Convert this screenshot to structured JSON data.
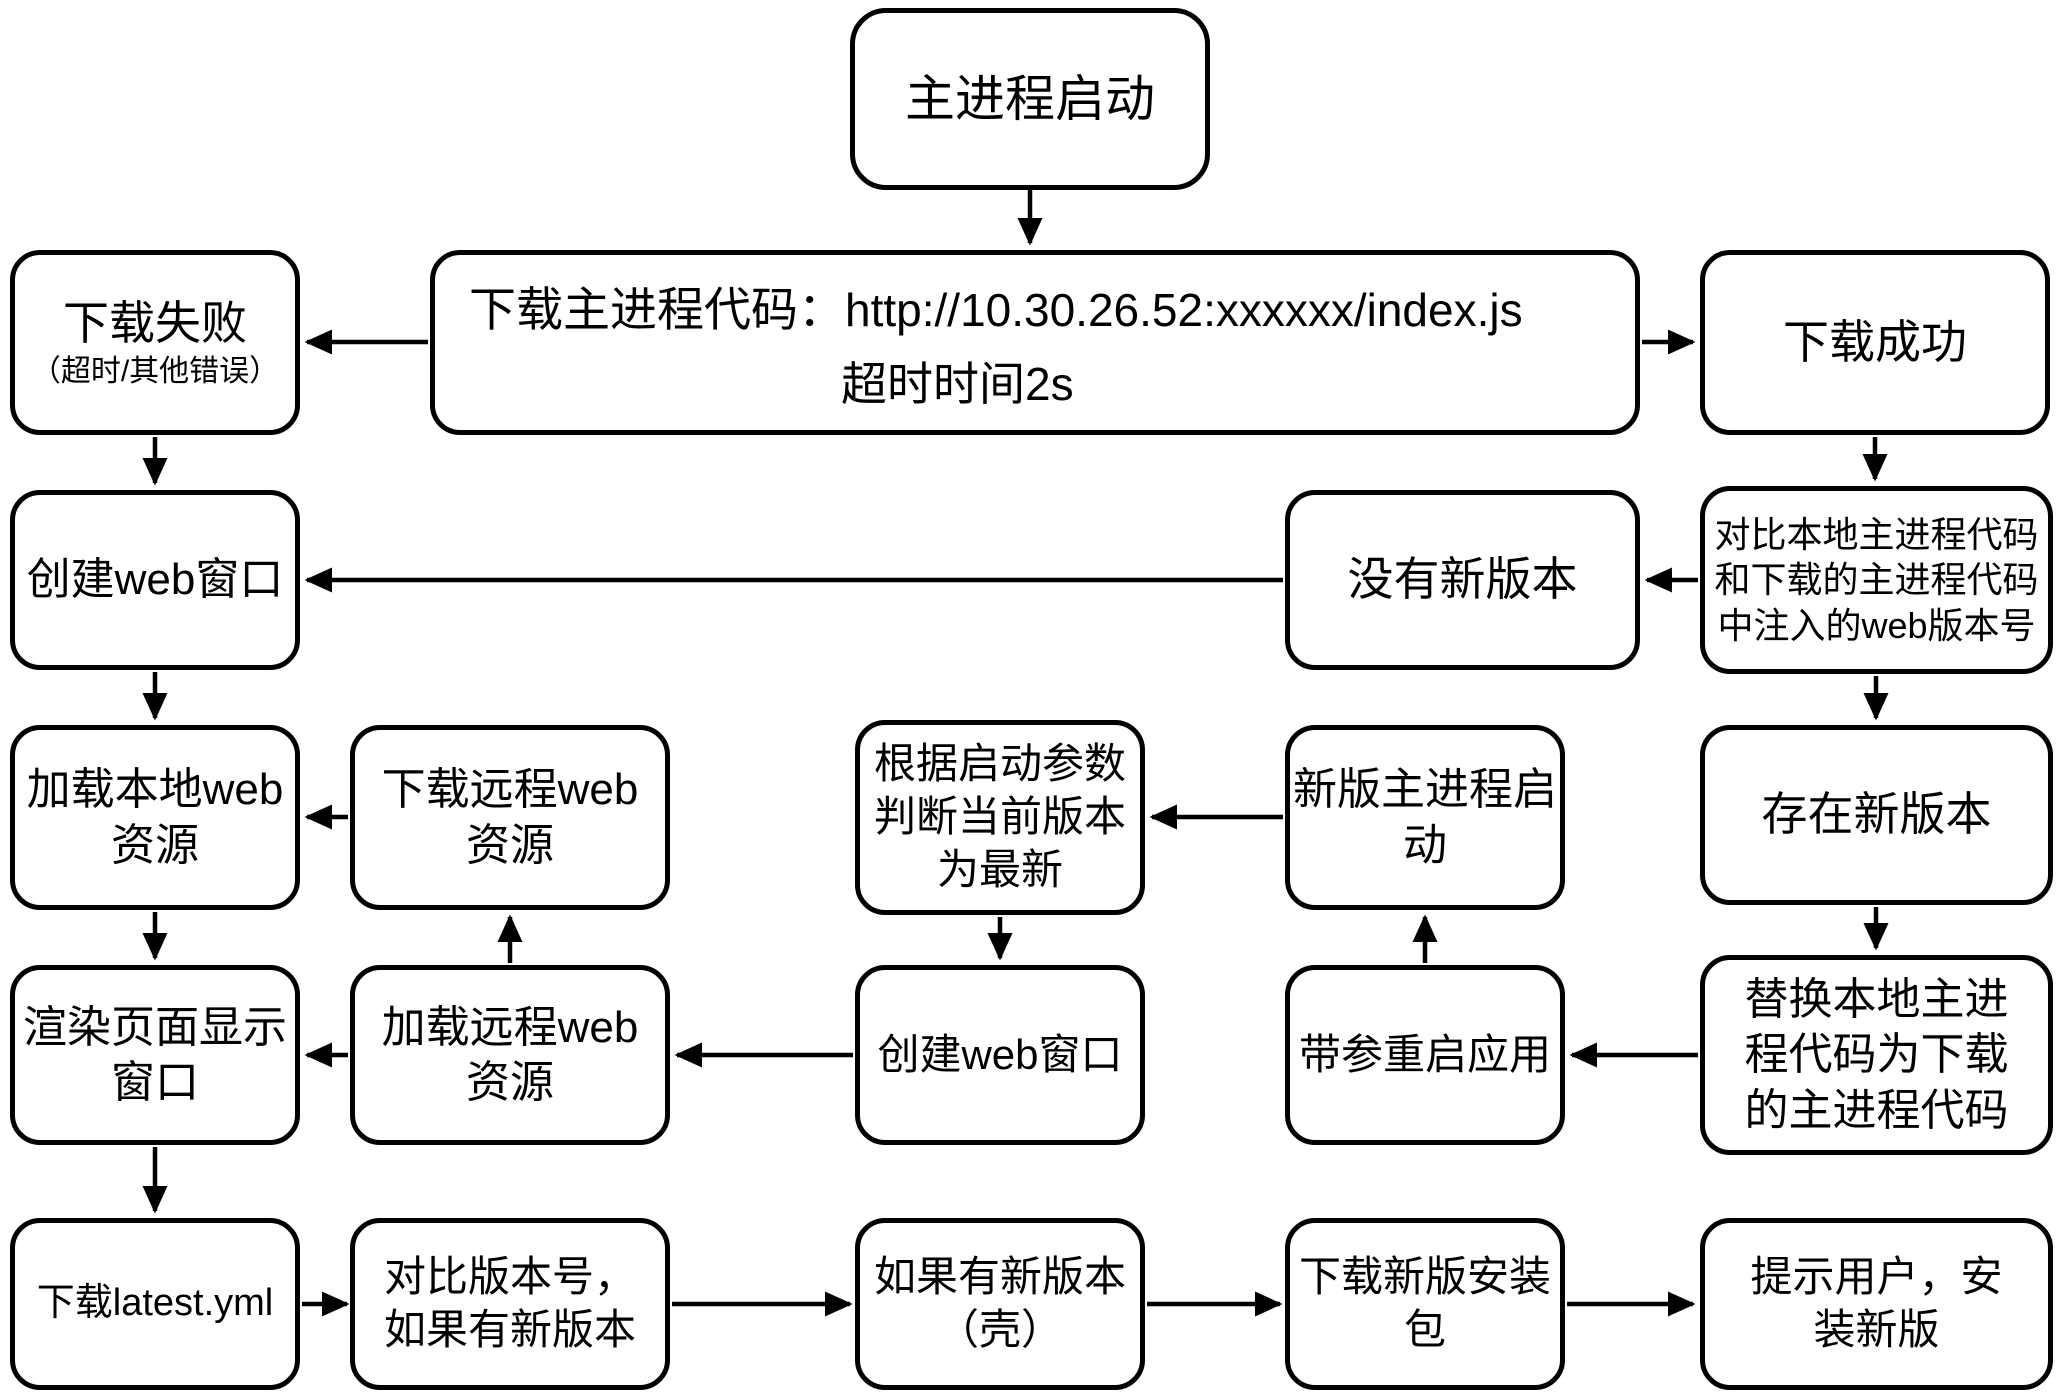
{
  "diagram": {
    "type": "flowchart",
    "background": "#ffffff",
    "stroke_color": "#000000",
    "box_fill": "#ffffff"
  },
  "nodes": {
    "main_start": {
      "text": "主进程启动"
    },
    "download_failed": {
      "line1": "下载失败",
      "line2": "（超时/其他错误）"
    },
    "download_code": {
      "label": "下载主进程代码：",
      "url": "http://10.30.26.52:xxxxxx/index.js",
      "timeout": "超时时间2s"
    },
    "download_success": {
      "text": "下载成功"
    },
    "create_window_1": {
      "text": "创建web窗口"
    },
    "no_new_version": {
      "text": "没有新版本"
    },
    "compare_code": {
      "text": "对比本地主进程代码\n和下载的主进程代码\n中注入的web版本号"
    },
    "load_local_web": {
      "text": "加载本地web\n资源"
    },
    "download_remote_web": {
      "text": "下载远程web\n资源"
    },
    "check_latest": {
      "text": "根据启动参数\n判断当前版本\n为最新"
    },
    "new_main_start": {
      "text": "新版主进程启\n动"
    },
    "has_new_version": {
      "text": "存在新版本"
    },
    "render_page": {
      "text": "渲染页面显示\n窗口"
    },
    "load_remote_web": {
      "text": "加载远程web\n资源"
    },
    "create_window_2": {
      "text": "创建web窗口"
    },
    "restart_with_args": {
      "text": "带参重启应用"
    },
    "replace_code": {
      "text": "替换本地主进\n程代码为下载\n的主进程代码"
    },
    "download_latest_yml": {
      "text": "下载latest.yml"
    },
    "compare_version": {
      "text": "对比版本号，\n如果有新版本"
    },
    "new_version_shell": {
      "text": "如果有新版本\n（壳）"
    },
    "download_installer": {
      "text": "下载新版安装\n包"
    },
    "prompt_install": {
      "text": "提示用户，安\n装新版"
    }
  },
  "edges": [
    {
      "from": "main_start",
      "to": "download_code"
    },
    {
      "from": "download_code",
      "to": "download_failed"
    },
    {
      "from": "download_code",
      "to": "download_success"
    },
    {
      "from": "download_failed",
      "to": "create_window_1"
    },
    {
      "from": "download_success",
      "to": "compare_code"
    },
    {
      "from": "compare_code",
      "to": "no_new_version"
    },
    {
      "from": "no_new_version",
      "to": "create_window_1"
    },
    {
      "from": "compare_code",
      "to": "has_new_version"
    },
    {
      "from": "create_window_1",
      "to": "load_local_web"
    },
    {
      "from": "download_remote_web",
      "to": "load_local_web"
    },
    {
      "from": "new_main_start",
      "to": "check_latest"
    },
    {
      "from": "check_latest",
      "to": "create_window_2"
    },
    {
      "from": "create_window_2",
      "to": "load_remote_web"
    },
    {
      "from": "load_remote_web",
      "to": "download_remote_web"
    },
    {
      "from": "load_remote_web",
      "to": "render_page"
    },
    {
      "from": "load_local_web",
      "to": "render_page"
    },
    {
      "from": "restart_with_args",
      "to": "new_main_start"
    },
    {
      "from": "replace_code",
      "to": "restart_with_args"
    },
    {
      "from": "has_new_version",
      "to": "replace_code"
    },
    {
      "from": "render_page",
      "to": "download_latest_yml"
    },
    {
      "from": "download_latest_yml",
      "to": "compare_version"
    },
    {
      "from": "compare_version",
      "to": "new_version_shell"
    },
    {
      "from": "new_version_shell",
      "to": "download_installer"
    },
    {
      "from": "download_installer",
      "to": "prompt_install"
    }
  ]
}
